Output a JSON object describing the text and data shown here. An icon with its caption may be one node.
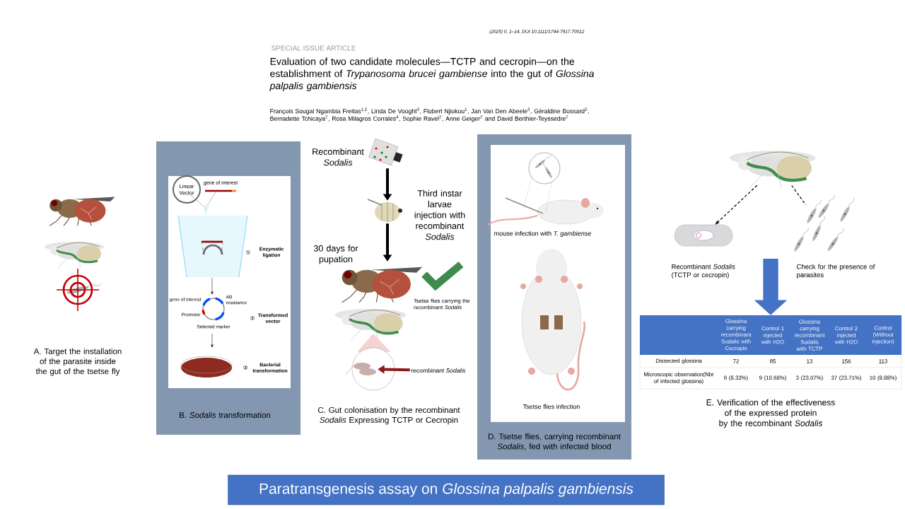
{
  "diagram": {
    "title": "Paratransgenesis assay on *Glossina palpalis gambiensis*",
    "nodes": [
      {
        "text": [
          "B. *Sodalis* transformation"
        ]
      },
      {
        "text": [
          "Linear Vector",
          "gene of interest",
          "①",
          "Enzymatic ligation",
          "gene of interest",
          "AB resistance",
          "Promotor",
          "Selected marker",
          "②",
          "Transformed vector",
          "③",
          "Bacterial transformation"
        ],
        "in": 0
      },
      {
        "text": [],
        "shape": "picture",
        "beside": [
          "Recombinant *Sodalis*"
        ]
      },
      {
        "text": [],
        "shape": "picture",
        "beside": [
          "Third instar larvae injection with recombinant *Sodalis*"
        ]
      },
      {
        "text": [],
        "shape": "picture",
        "beside": [
          "30 days for pupation",
          "Tsetse flies carrying the recombinant *Sodalis*"
        ]
      },
      {
        "text": [
          "recombinant *Sodalis*"
        ]
      },
      {
        "text": [],
        "shape": "picture"
      },
      {
        "text": [
          "D. Tsetse flies, carrying recombinant *Sodalis*, fed with infected blood"
        ]
      },
      {
        "text": [
          "mouse infection with *T. gambiense*",
          "Tsetse flies infection"
        ],
        "in": 7
      },
      {
        "text": [],
        "shape": "picture"
      },
      {
        "text": [],
        "shape": "picture",
        "beside": [
          "Recombinant *Sodalis* (TCTP or cecropin)"
        ]
      },
      {
        "text": [],
        "shape": "picture",
        "beside": [
          "Check for the presence of parasites"
        ]
      },
      {
        "text": [
          "Glossina carrying recombinant Sodalis with Cecropin",
          "Control 1 injected with H2O",
          "Glossina carrying recombinant Sodalis with TCTP",
          "Control 2 injected with H2O",
          "Control (Without injection)",
          "Dissected glossina",
          "72",
          "85",
          "13",
          "156",
          "113",
          "Microscopic observation(Nbr of infected glossina)",
          "6 (8.33%)",
          "9 (10.58%)",
          "3 (23.07%)",
          "37 (23.71%)",
          "10 (8.88%)"
        ]
      }
    ],
    "edges": [
      {
        "from": 2,
        "to": 3,
        "arrow": "to"
      },
      {
        "from": 3,
        "to": 4,
        "arrow": "to"
      },
      {
        "from": 5,
        "to": 6,
        "arrow": "to",
        "color": "#8b1a1a"
      },
      {
        "from": 9,
        "to": 10,
        "arrow": "to",
        "style": "dashed"
      },
      {
        "from": 9,
        "to": 11,
        "arrow": "none",
        "style": "dashed"
      },
      {
        "from": null,
        "to": 12,
        "arrow": "to",
        "style": "thick",
        "color": "#4472c4"
      }
    ],
    "labels": [
      "(2025) 0, 1–14, DOI 10.1111/1744-7917.70012",
      "SPECIAL ISSUE ARTICLE",
      "Evaluation of two candidate molecules—TCTP and cecropin—on the establishment of *Trypanosoma brucei gambiense* into the gut of *Glossina palpalis gambiensis*",
      "François Sougal Ngambia Freitas$^{1,2}$, Linda De Vooght$^{3}$, Flobert Njiokou$^{1}$, Jan Van Den Abeele$^{3}$, Géraldine Bossard$^{2}$, Bernadette Tchicaya$^{2}$, Rosa Milagros Corrales$^{4}$, Sophie Ravel$^{2}$, Anne Geiger$^{2}$ and David Berthier-Teyssedre$^{2}$",
      "A. Target the installation of the parasite inside the gut of the tsetse fly",
      "C. Gut colonisation by the recombinant *Sodalis* Expressing TCTP or Cecropin",
      "E. Verification of the effectiveness of the expressed protein by the recombinant *Sodalis*"
    ]
  }
}
